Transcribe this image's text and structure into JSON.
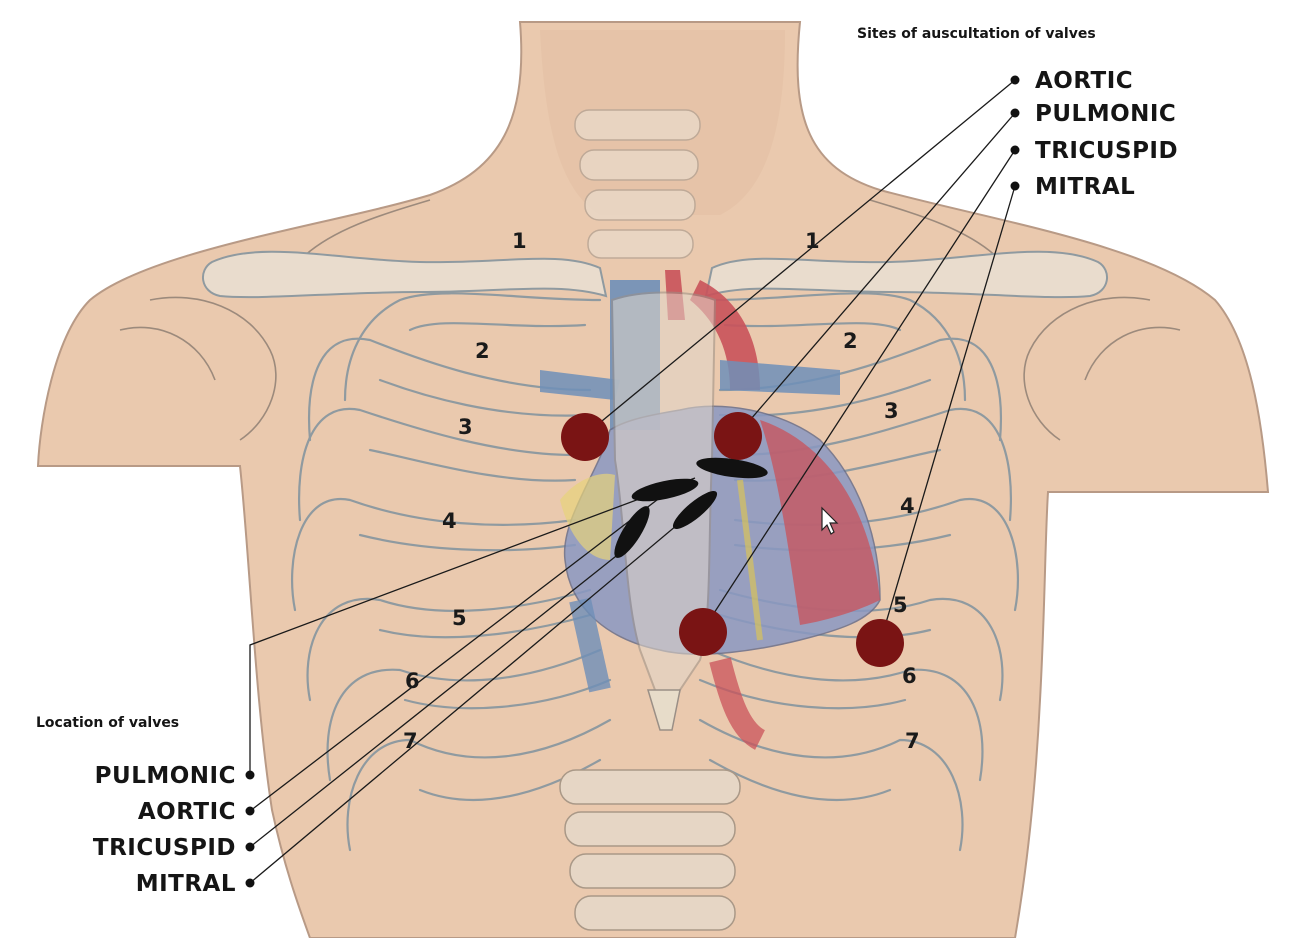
{
  "title_right": "Sites of auscultation of valves",
  "auscultation_sites": [
    {
      "label": "AORTIC"
    },
    {
      "label": "PULMONIC"
    },
    {
      "label": "TRICUSPID"
    },
    {
      "label": "MITRAL"
    }
  ],
  "title_left": "Location of valves",
  "valve_locations": [
    {
      "label": "PULMONIC"
    },
    {
      "label": "AORTIC"
    },
    {
      "label": "TRICUSPID"
    },
    {
      "label": "MITRAL"
    }
  ],
  "rib_numbers": {
    "right_side": [
      "1",
      "2",
      "3",
      "4",
      "5",
      "6",
      "7"
    ],
    "left_side": [
      "1",
      "2",
      "3",
      "4",
      "5",
      "6",
      "7"
    ]
  },
  "colors": {
    "skin": "#e8c9b0",
    "bone": "#ece2d4",
    "vein_blue": "#6f8fb8",
    "artery_red": "#c9525a",
    "site_marker": "#7a1414",
    "valve_marker": "#111111"
  }
}
